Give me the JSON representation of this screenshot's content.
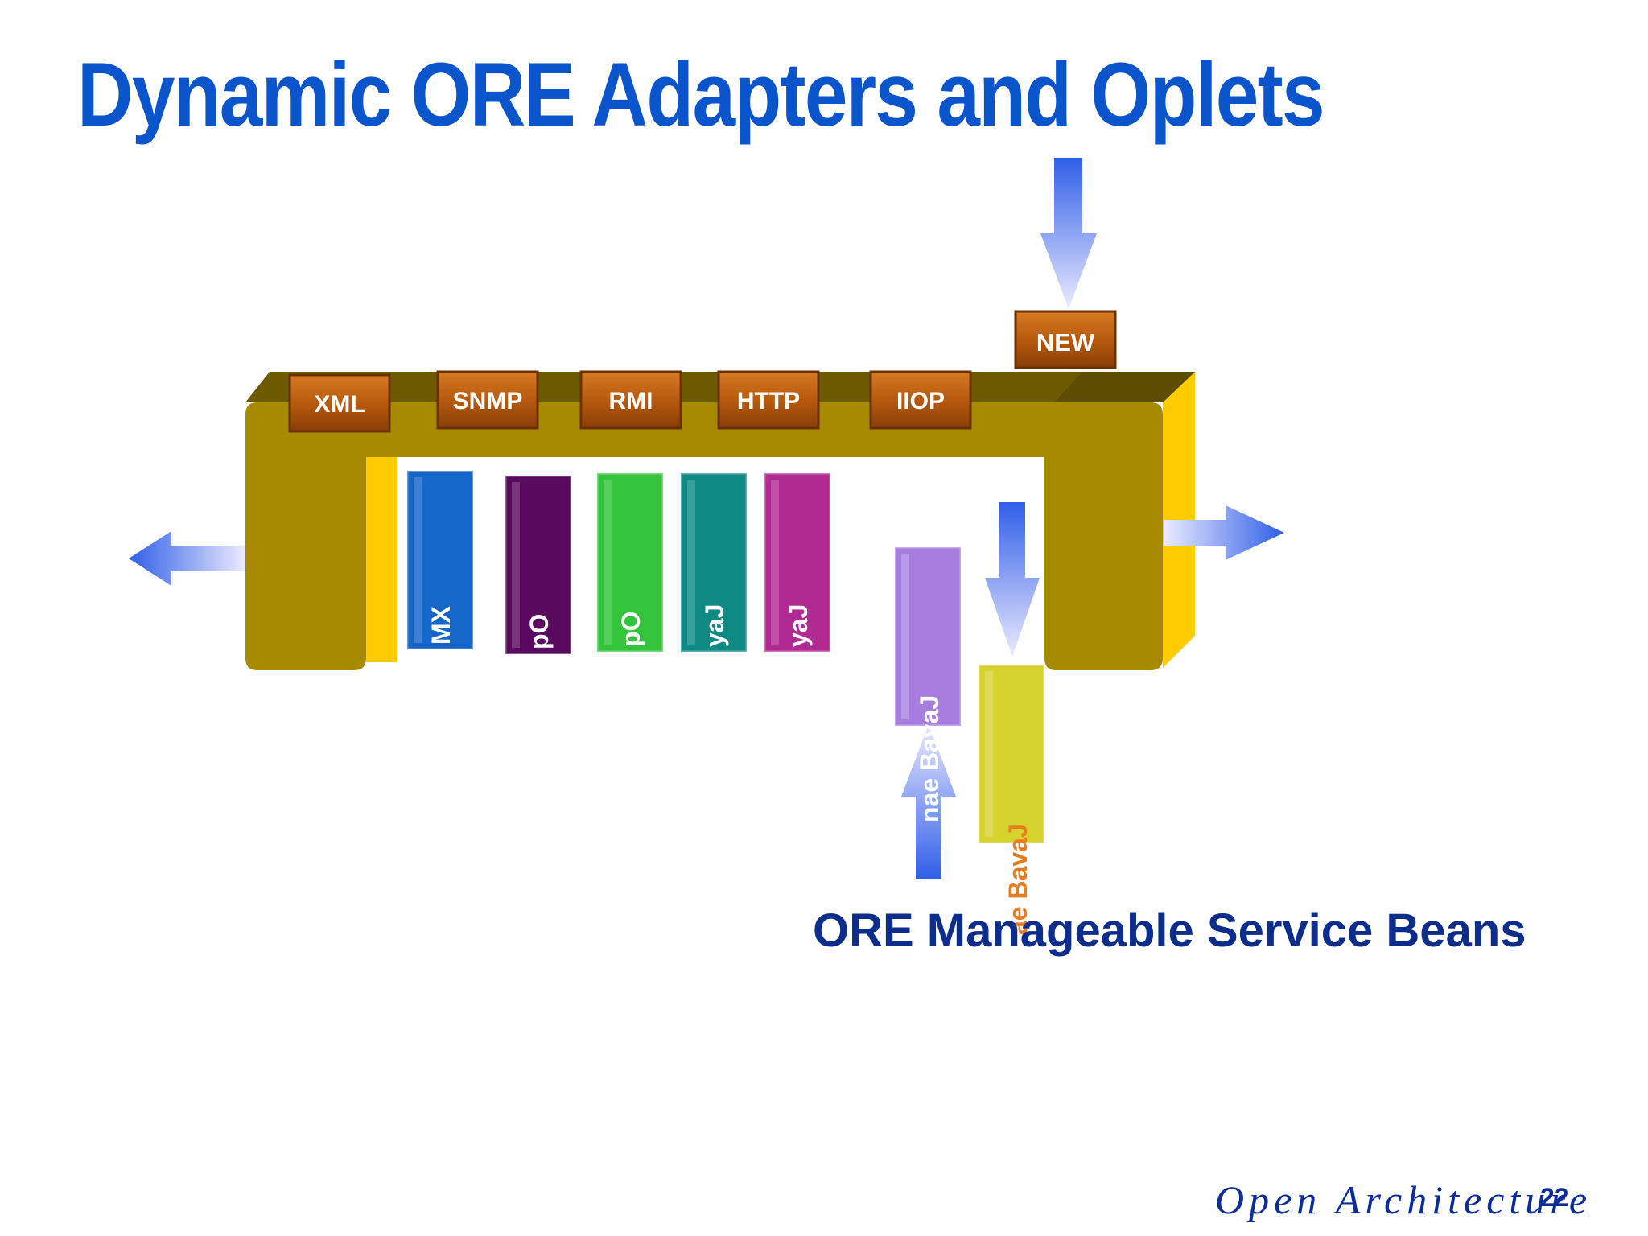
{
  "slide": {
    "title": "Dynamic ORE Adapters and Oplets",
    "caption": "ORE Manageable Service Beans",
    "footer_brand": "Open Architecture",
    "page_number": "22"
  },
  "adapters": [
    "XML",
    "SNMP",
    "RMI",
    "HTTP",
    "IIOP"
  ],
  "new_adapter": "NEW",
  "oplets": [
    {
      "label": "MX",
      "color": "#1466c8"
    },
    {
      "label": "pO",
      "color": "#5a0a5e"
    },
    {
      "label": "pO",
      "color": "#34c43c"
    },
    {
      "label": "yaJ",
      "color": "#0d8a84"
    },
    {
      "label": "yaJ",
      "color": "#b02a92"
    }
  ],
  "beans": [
    {
      "label": "nae BavaJ",
      "color": "#a77de0"
    },
    {
      "label": "ae BavaJ",
      "color": "#d6d22e"
    }
  ],
  "colors": {
    "title": "#0a55cc",
    "frame": "#a88a00",
    "frame_top": "#6e5a00",
    "frame_side": "#ffcc00",
    "adapter": "#b55a0f",
    "arrow": "#2f5fe8",
    "caption": "#0d2d8c"
  }
}
